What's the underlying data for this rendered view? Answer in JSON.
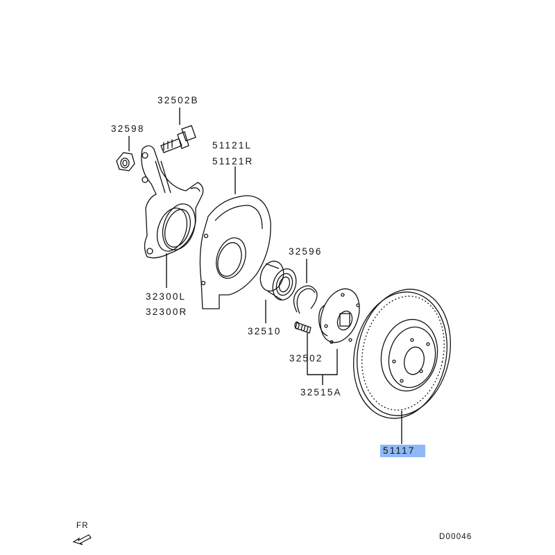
{
  "diagram_code": "D00046",
  "direction_label": "FR",
  "highlight_color": "#8fb8f8",
  "parts": {
    "p32502B": "32502B",
    "p32598": "32598",
    "p51121L": "51121L",
    "p51121R": "51121R",
    "p32300L": "32300L",
    "p32300R": "32300R",
    "p32596": "32596",
    "p32510": "32510",
    "p32502": "32502",
    "p32515A": "32515A",
    "p51117": "51117"
  }
}
